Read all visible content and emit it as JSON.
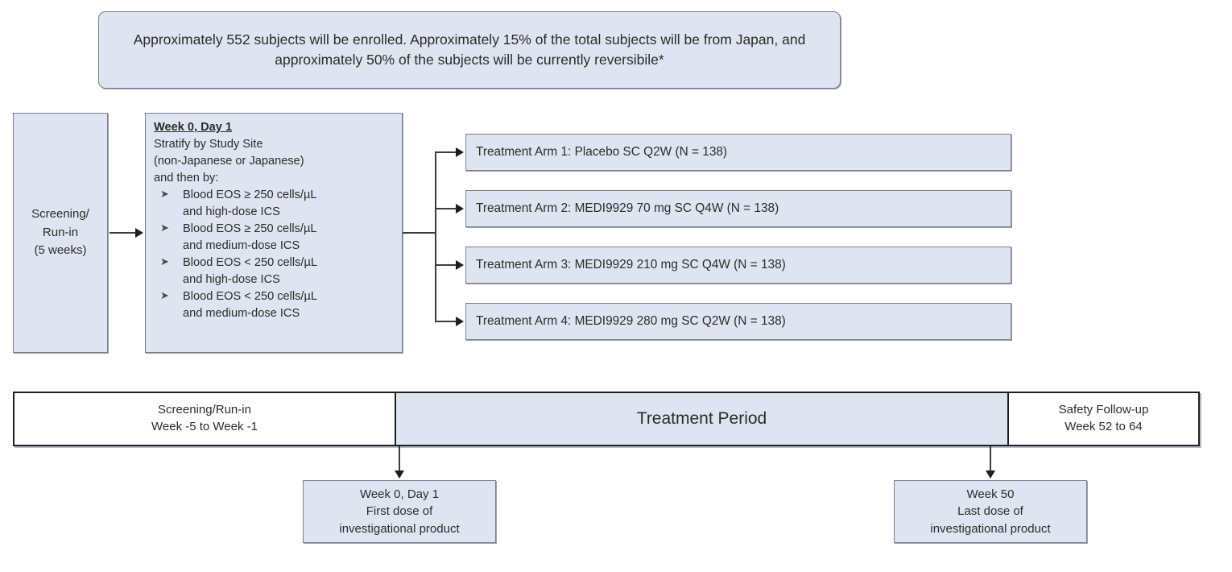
{
  "banner": {
    "text": "Approximately 552 subjects will be enrolled. Approximately 15% of the total subjects will be from Japan, and approximately 50% of the subjects will be currently reversibile*"
  },
  "screening": {
    "line1": "Screening/",
    "line2": "Run-in",
    "line3": "(5 weeks)"
  },
  "stratification": {
    "title": "Week 0, Day 1",
    "intro_line1": "Stratify by Study Site",
    "intro_line2": "(non-Japanese or Japanese)",
    "intro_line3": "and then by:",
    "bullet_glyph": "➤",
    "criteria": [
      {
        "line1": "Blood EOS ≥ 250 cells/µL",
        "line2": "and high-dose ICS"
      },
      {
        "line1": "Blood EOS ≥ 250 cells/µL",
        "line2": "and medium-dose ICS"
      },
      {
        "line1": "Blood EOS < 250 cells/µL",
        "line2": "and high-dose ICS"
      },
      {
        "line1": "Blood EOS < 250 cells/µL",
        "line2": "and medium-dose ICS"
      }
    ]
  },
  "treatment_arms": [
    {
      "label": "Treatment Arm 1: Placebo SC Q2W (N = 138)"
    },
    {
      "label": "Treatment Arm 2: MEDI9929 70 mg SC Q4W (N = 138)"
    },
    {
      "label": "Treatment Arm 3: MEDI9929 210 mg SC Q4W (N = 138)"
    },
    {
      "label": "Treatment Arm 4: MEDI9929 280 mg SC Q2W (N = 138)"
    }
  ],
  "timeline": {
    "screening": {
      "line1": "Screening/Run-in",
      "line2": "Week -5 to Week -1"
    },
    "treatment": {
      "label": "Treatment Period"
    },
    "followup": {
      "line1": "Safety Follow-up",
      "line2": "Week 52 to 64"
    }
  },
  "callouts": {
    "first_dose": {
      "line1": "Week 0, Day 1",
      "line2": "First dose of",
      "line3": "investigational product"
    },
    "last_dose": {
      "line1": "Week 50",
      "line2": "Last dose of",
      "line3": "investigational product"
    }
  },
  "colors": {
    "box_fill": "#dfe5f0",
    "box_border": "#7a7f8c",
    "timeline_border": "#1f1f1f",
    "connector": "#3d3d3d",
    "text": "#2b2b2b"
  }
}
